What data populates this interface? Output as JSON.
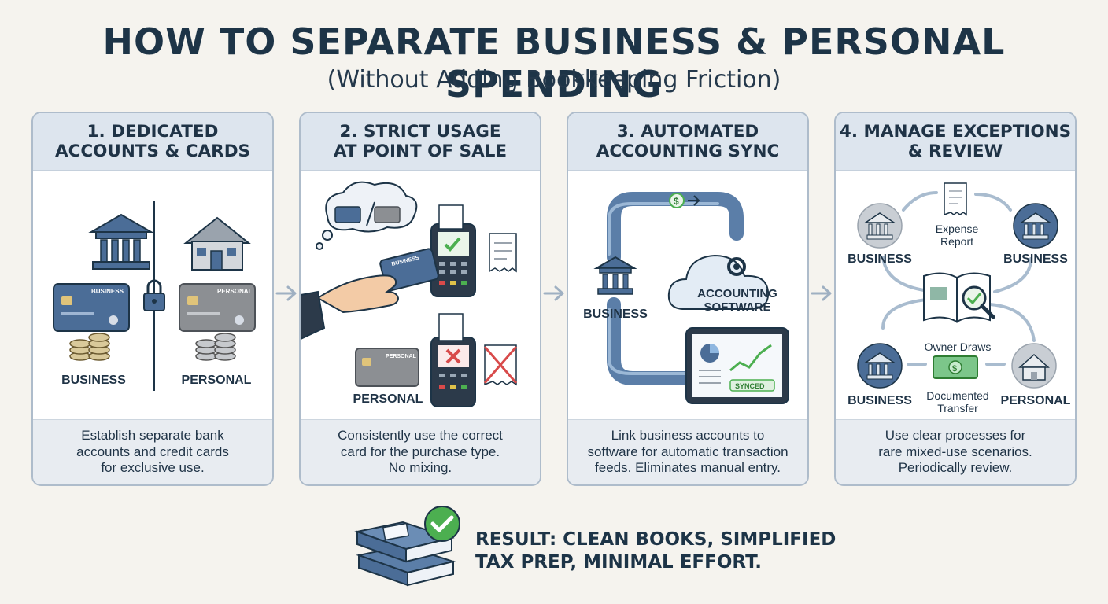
{
  "header": {
    "title": "HOW TO SEPARATE BUSINESS & PERSONAL SPENDING",
    "subtitle": "(Without Adding Bookkeeping Friction)"
  },
  "steps": [
    {
      "title_line1": "1. DEDICATED",
      "title_line2": "ACCOUNTS & CARDS",
      "desc_line1": "Establish separate bank",
      "desc_line2": "accounts and credit cards",
      "desc_line3": "for exclusive use.",
      "left_label": "BUSINESS",
      "right_label": "PERSONAL",
      "business_card_text": "BUSINESS",
      "personal_card_text": "PERSONAL"
    },
    {
      "title_line1": "2. STRICT USAGE",
      "title_line2": "AT POINT OF SALE",
      "desc_line1": "Consistently use the correct",
      "desc_line2": "card for the purchase type.",
      "desc_line3": "No mixing.",
      "business_card_text": "BUSINESS",
      "personal_card_text": "PERSONAL",
      "personal_label": "PERSONAL"
    },
    {
      "title_line1": "3. AUTOMATED",
      "title_line2": "ACCOUNTING SYNC",
      "desc_line1": "Link business accounts to",
      "desc_line2": "software for automatic transaction",
      "desc_line3": "feeds. Eliminates manual entry.",
      "bank_label": "BUSINESS",
      "cloud_line1": "ACCOUNTING",
      "cloud_line2": "SOFTWARE",
      "synced_badge": "SYNCED"
    },
    {
      "title_line1": "4. MANAGE EXCEPTIONS",
      "title_line2": "& REVIEW",
      "desc_line1": "Use clear processes for",
      "desc_line2": "rare mixed-use scenarios.",
      "desc_line3": "Periodically review.",
      "bank_top_left": "BUSINESS",
      "bank_top_right": "BUSINESS",
      "expense_line1": "Expense",
      "expense_line2": "Report",
      "owner_draws": "Owner Draws",
      "bank_bottom_left": "BUSINESS",
      "transfer_line1": "Documented",
      "transfer_line2": "Transfer",
      "home_label": "PERSONAL"
    }
  ],
  "result": {
    "line1": "RESULT: CLEAN BOOKS, SIMPLIFIED",
    "line2": "TAX PREP, MINIMAL EFFORT."
  },
  "colors": {
    "navy": "#1d3447",
    "steel_blue": "#4b6d97",
    "header_bg": "#dde5ee",
    "footer_bg": "#e8ecf1",
    "check_green": "#4caf50",
    "cross_red": "#d84a4a"
  }
}
